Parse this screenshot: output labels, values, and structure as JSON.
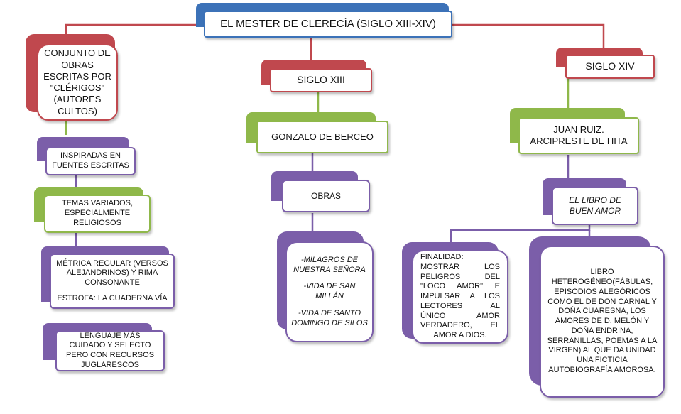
{
  "colors": {
    "blue": "#3c72b8",
    "red": "#c0484e",
    "green": "#8fb84a",
    "purple": "#7b5ea9"
  },
  "title": "EL MESTER DE CLERECÍA (SIGLO XIII-XIV)",
  "left": {
    "head": "CONJUNTO DE OBRAS ESCRITAS POR \"CLÉRIGOS\" (AUTORES CULTOS)",
    "items": [
      "INSPIRADAS EN FUENTES ESCRITAS",
      "TEMAS VARIADOS, ESPECIALMENTE RELIGIOSOS",
      "MÉTRICA REGULAR (VERSOS ALEJANDRINOS) Y RIMA CONSONANTE",
      "ESTROFA: LA CUADERNA VÍA",
      "LENGUAJE MÁS CUIDADO Y SELECTO PERO CON RECURSOS JUGLARESCOS"
    ]
  },
  "middle": {
    "head": "SIGLO XIII",
    "author": "GONZALO DE BERCEO",
    "works_label": "OBRAS",
    "works": [
      "-MILAGROS DE NUESTRA SEÑORA",
      "-VIDA DE SAN MILLÁN",
      "-VIDA DE SANTO DOMINGO DE SILOS"
    ]
  },
  "right": {
    "head": "SIGLO XIV",
    "author": "JUAN RUIZ.\nARCIPRESTE DE HITA",
    "work": "EL LIBRO DE BUEN AMOR",
    "purpose": "FINALIDAD: MOSTRAR LOS PELIGROS DEL \"LOCO AMOR\" E IMPULSAR A LOS LECTORES AL ÚNICO AMOR VERDADERO, EL AMOR A DIOS.",
    "description": "LIBRO HETEROGÉNEO(FÁBULAS, EPISODIOS ALEGÓRICOS COMO EL DE DON CARNAL Y DOÑA CUARESNA, LOS AMORES DE D. MELÓN Y DOÑA ENDRINA, SERRANILLAS, POEMAS A LA VIRGEN) AL QUE DA UNIDAD UNA FICTICIA AUTOBIOGRAFÍA AMOROSA."
  }
}
